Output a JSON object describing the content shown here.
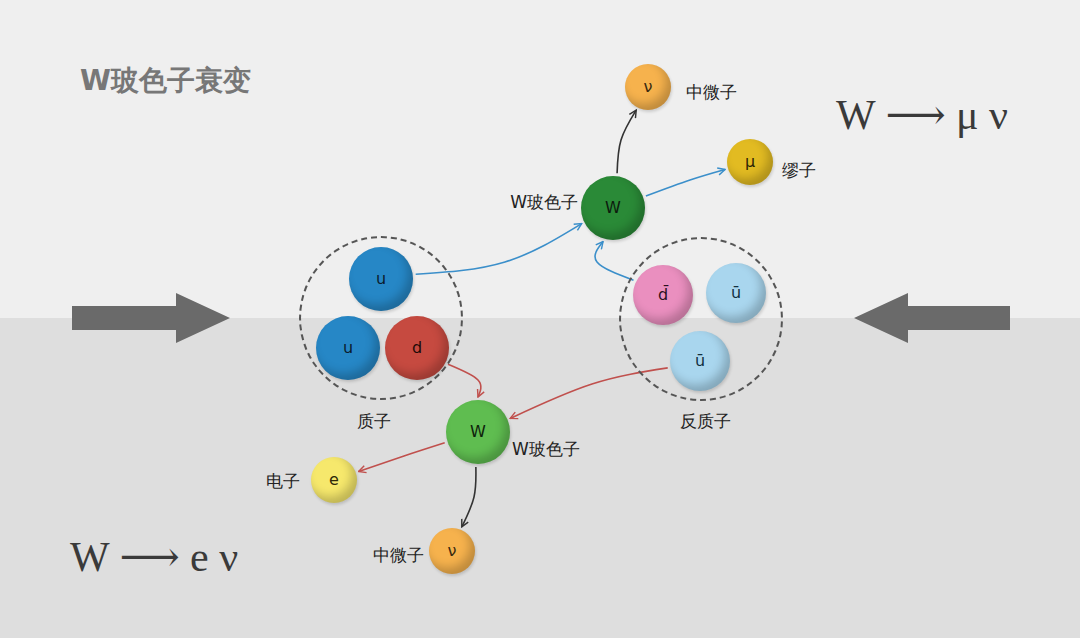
{
  "diagram": {
    "title": "W玻色子衰变",
    "nodes": [
      {
        "text": [
          "ν",
          "中微子"
        ]
      },
      {
        "text": [
          "μ",
          "缪子"
        ]
      },
      {
        "text": [
          "W",
          "W玻色子"
        ]
      },
      {
        "text": [
          "质子"
        ]
      },
      {
        "text": [
          "u"
        ],
        "in": 3
      },
      {
        "text": [
          "u"
        ],
        "in": 3
      },
      {
        "text": [
          "d"
        ],
        "in": 3
      },
      {
        "text": [
          "反质子"
        ]
      },
      {
        "text": [
          "d̄"
        ],
        "in": 7
      },
      {
        "text": [
          "ū"
        ],
        "in": 7
      },
      {
        "text": [
          "ū"
        ],
        "in": 7
      },
      {
        "text": [
          "W",
          "W玻色子"
        ]
      },
      {
        "text": [
          "e",
          "电子"
        ]
      },
      {
        "text": [
          "ν",
          "中微子"
        ]
      }
    ],
    "edges": [
      {
        "from": 4,
        "to": 2,
        "arrow": "to"
      },
      {
        "from": 8,
        "to": 2,
        "arrow": "to"
      },
      {
        "from": 2,
        "to": 0,
        "arrow": "to"
      },
      {
        "from": 2,
        "to": 1,
        "arrow": "to"
      },
      {
        "from": 6,
        "to": 11,
        "arrow": "to"
      },
      {
        "from": 10,
        "to": 11,
        "arrow": "to"
      },
      {
        "from": 11,
        "to": 12,
        "arrow": "to"
      },
      {
        "from": 11,
        "to": 13,
        "arrow": "to"
      }
    ],
    "labels": [
      "W ⟶ μ ν",
      "W ⟶ e ν"
    ]
  }
}
